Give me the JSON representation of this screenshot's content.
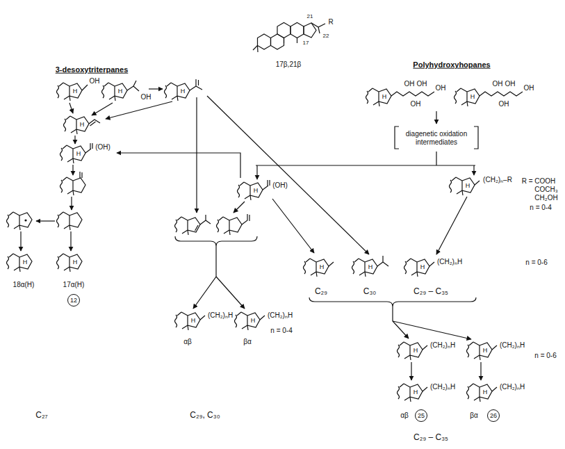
{
  "diagram": {
    "labels": [
      "3-desoxytriterpanes",
      "21",
      "17",
      "R",
      "22",
      "17β,21β",
      "Polyhydroxyhopanes",
      "OH",
      "H",
      "H",
      "OH",
      "H",
      "H",
      "OH",
      "OH",
      "OH",
      "OH",
      "H",
      "OH",
      "OH",
      "OH",
      "OH",
      "diagenetic oxidation intermediates",
      "H",
      "H",
      "(OH)",
      "H",
      "(OH)",
      "H",
      "(CH₂)ₙ–R",
      "R = COOH",
      "COCH₃",
      "CH₂OH",
      "n = 0-4",
      "H",
      "H",
      "18α(H)",
      "17α(H)",
      "12",
      "H",
      "H",
      "H",
      "(CH₂)ₙH",
      "n = 0-6",
      "C₂₉",
      "C₃₀",
      "C₂₉ – C₃₅",
      "H",
      "(CH₂)ₙH",
      "H",
      "(CH₂)ₙH",
      "αβ",
      "βα",
      "n = 0-4",
      "H",
      "(CH₂)ₙH",
      "H",
      "(CH₂)ₙH",
      "n = 0-6",
      "H",
      "(CH₂)ₙH",
      "H",
      "(CH₂)ₙH",
      "αβ",
      "25",
      "βα",
      "26",
      "C₂₇",
      "C₂₉, C₃₀",
      "C₂₉ – C₃₅"
    ]
  }
}
